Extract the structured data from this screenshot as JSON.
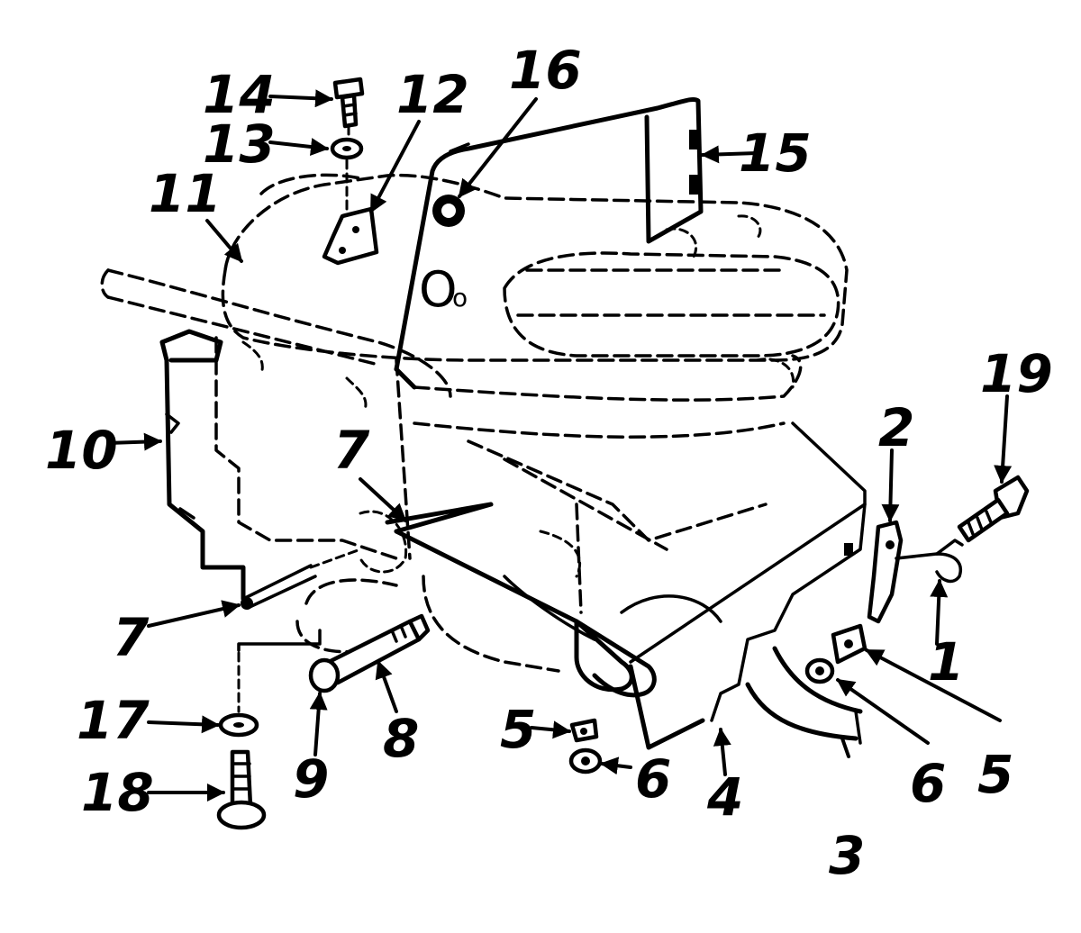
{
  "callouts": [
    {
      "id": "c1",
      "text": "1"
    },
    {
      "id": "c2",
      "text": "2"
    },
    {
      "id": "c3",
      "text": "3"
    },
    {
      "id": "c4",
      "text": "4"
    },
    {
      "id": "c5a",
      "text": "5"
    },
    {
      "id": "c5b",
      "text": "5"
    },
    {
      "id": "c6a",
      "text": "6"
    },
    {
      "id": "c6b",
      "text": "6"
    },
    {
      "id": "c7a",
      "text": "7"
    },
    {
      "id": "c7b",
      "text": "7"
    },
    {
      "id": "c8",
      "text": "8"
    },
    {
      "id": "c9",
      "text": "9"
    },
    {
      "id": "c10",
      "text": "10"
    },
    {
      "id": "c11",
      "text": "11"
    },
    {
      "id": "c12",
      "text": "12"
    },
    {
      "id": "c13",
      "text": "13"
    },
    {
      "id": "c14",
      "text": "14"
    },
    {
      "id": "c15",
      "text": "15"
    },
    {
      "id": "c16",
      "text": "16"
    },
    {
      "id": "c17",
      "text": "17"
    },
    {
      "id": "c18",
      "text": "18"
    },
    {
      "id": "c19",
      "text": "19"
    }
  ],
  "plate_marking": "O",
  "plate_marking_small": "o"
}
